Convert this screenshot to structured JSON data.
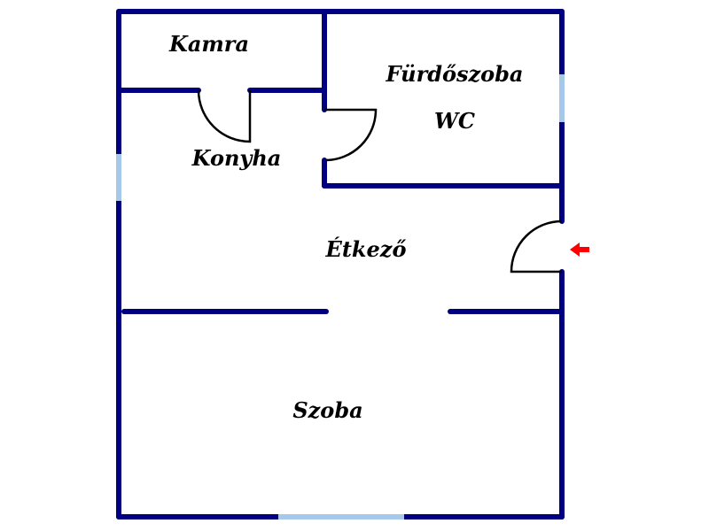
{
  "colors": {
    "wall": "#000080",
    "window": "#a6c8ea",
    "door": "#000000",
    "entrance_arrow": "#ff0000",
    "background": "#ffffff"
  },
  "rooms": {
    "kamra": "Kamra",
    "furdoszoba": "Fürdőszoba",
    "wc": "WC",
    "konyha": "Konyha",
    "etkezo": "Étkező",
    "szoba": "Szoba"
  },
  "icons": {
    "entrance": "entrance-arrow-icon"
  }
}
